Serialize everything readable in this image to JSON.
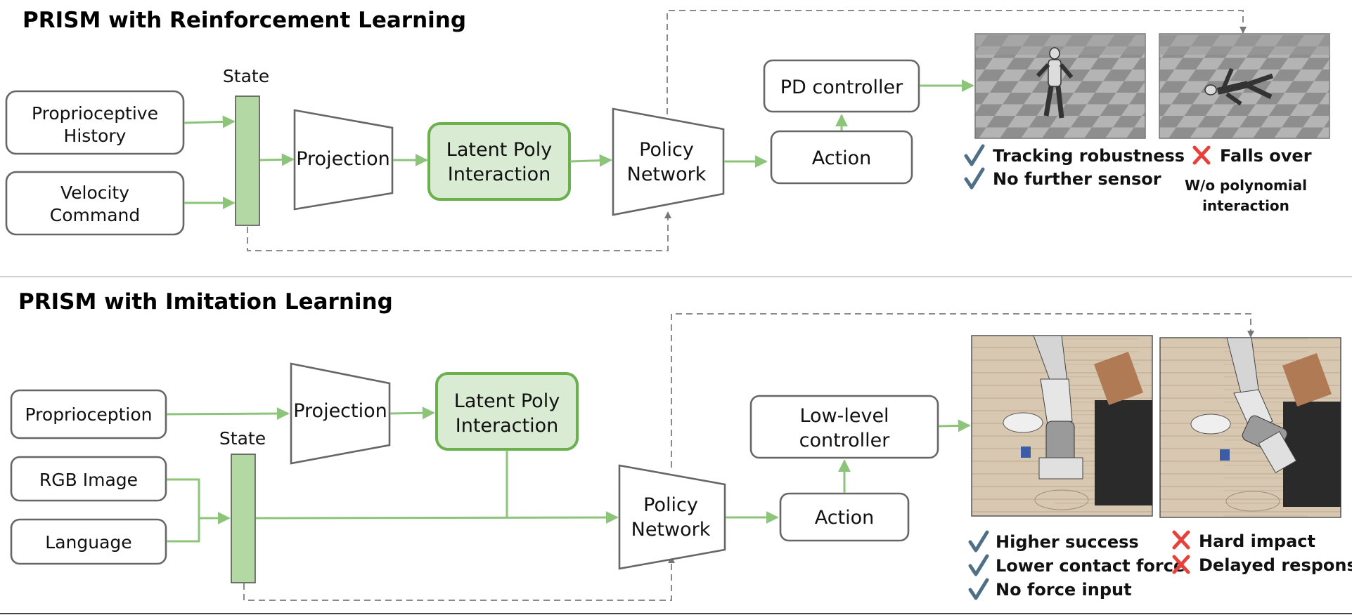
{
  "rl": {
    "title": "PRISM with Reinforcement Learning",
    "inputs": [
      {
        "line1": "Proprioceptive",
        "line2": "History"
      },
      {
        "line1": "Velocity",
        "line2": "Command"
      }
    ],
    "state": "State",
    "projection": "Projection",
    "poly": {
      "line1": "Latent Poly",
      "line2": "Interaction"
    },
    "policy": {
      "line1": "Policy",
      "line2": "Network"
    },
    "controller": "PD controller",
    "action": "Action",
    "pros": [
      "Tracking robustness",
      "No further sensor"
    ],
    "cons": [
      "Falls over"
    ],
    "ablation": {
      "line1": "W/o polynomial",
      "line2": "interaction"
    }
  },
  "il": {
    "title": "PRISM with Imitation Learning",
    "inputs": [
      "Proprioception",
      "RGB Image",
      "Language"
    ],
    "state": "State",
    "projection": "Projection",
    "poly": {
      "line1": "Latent Poly",
      "line2": "Interaction"
    },
    "policy": {
      "line1": "Policy",
      "line2": "Network"
    },
    "controller": {
      "line1": "Low-level",
      "line2": "controller"
    },
    "action": "Action",
    "pros": [
      "Higher success",
      "Lower contact force",
      "No force input"
    ],
    "cons": [
      "Hard impact",
      "Delayed response"
    ]
  },
  "colors": {
    "accent_green": "#6ab04c",
    "state_fill": "#b3d8a4",
    "poly_fill": "#d9ecd3",
    "check": "#4f6f86",
    "cross": "#e8403a"
  },
  "icons": [
    "check-icon",
    "cross-icon",
    "humanoid-sim-image",
    "robot-arm-sim-image"
  ]
}
